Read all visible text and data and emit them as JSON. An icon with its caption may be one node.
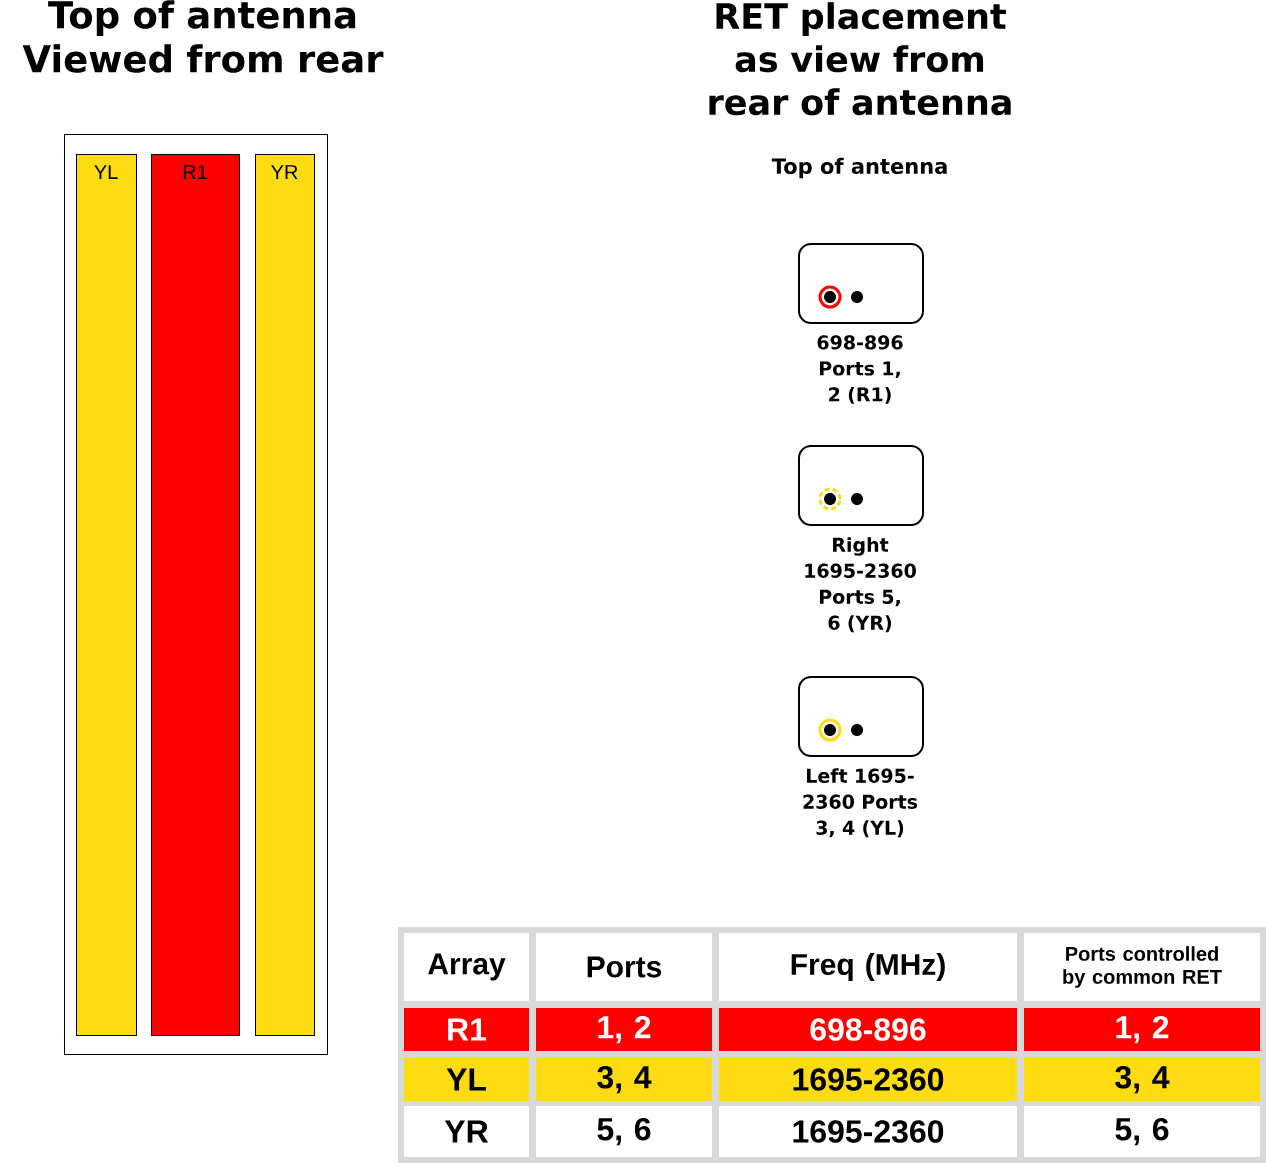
{
  "diagram": {
    "title": "RET placement as view from rear of antenna",
    "nodes": [
      {
        "text": [
          "Top of antenna Viewed from rear"
        ]
      },
      {
        "text": [
          "YL"
        ],
        "in": 0
      },
      {
        "text": [
          "R1"
        ],
        "in": 0
      },
      {
        "text": [
          "YR"
        ],
        "in": 0
      },
      {
        "text": [],
        "shape": "box",
        "beside": [
          "698-896 Ports 1, 2 (R1)"
        ]
      },
      {
        "text": [],
        "shape": "box",
        "beside": [
          "Right 1695-2360 Ports 5, 6 (YR)"
        ]
      },
      {
        "text": [],
        "shape": "box",
        "beside": [
          "Left 1695-2360 Ports 3, 4 (YL)"
        ]
      }
    ],
    "labels": [
      "Top of antenna",
      "Array",
      "Ports",
      "Freq (MHz)",
      "Ports controlled by common RET",
      "R1",
      "1, 2",
      "698-896",
      "1, 2",
      "YL",
      "3, 4",
      "1695-2360",
      "3, 4",
      "YR",
      "5, 6",
      "1695-2360",
      "5, 6"
    ]
  }
}
